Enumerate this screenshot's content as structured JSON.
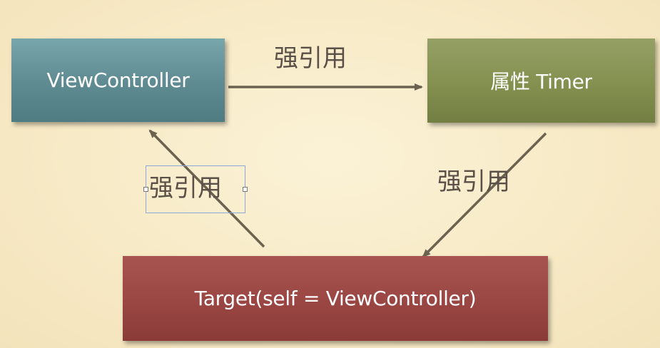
{
  "nodes": {
    "view_controller": "ViewController",
    "timer": "属性 Timer",
    "target": "Target(self = ViewController)"
  },
  "edges": {
    "vc_to_timer": "强引用",
    "timer_to_target": "强引用",
    "target_to_vc": "强引用"
  },
  "colors": {
    "background": "#f8ecc9",
    "view_controller": "#5e8a91",
    "timer": "#84904f",
    "target": "#9a4643",
    "arrow": "#6b6350",
    "label_text": "#5a5048"
  }
}
